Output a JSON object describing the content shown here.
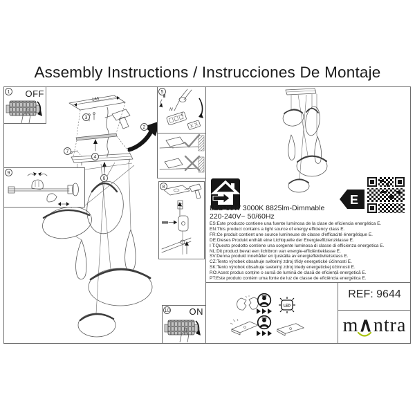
{
  "title": "Assembly Instructions / Instrucciones De Montaje",
  "steps": [
    "1",
    "2",
    "3",
    "4",
    "5",
    "6",
    "7",
    "8",
    "9",
    "10"
  ],
  "switches": {
    "off": "OFF",
    "on": "ON"
  },
  "drawing": {
    "dimension": "145",
    "terminal_n": "N",
    "terminal_l": "L"
  },
  "specs": {
    "line1": "LED 80W 3000K 8825lm-Dimmable",
    "line2": "220-240V~ 50/60Hz",
    "languages": [
      "ES:Este producto contiene una fuente luminosa de la clase de eficiencia energética E.",
      "EN:This product contains a light source of energy efficiency class E.",
      "FR:Ce produit contient une source lumineuse de classe d'efficacité énergétique E.",
      "DE:Dieses Produkt enthält eine Lichtquelle der Energieeffizienzklasse E.",
      "I T:Questo prodotto contiene una sorgente luminosa di classe di efficienza energetica E.",
      "NL:Dit product bevat een lichtbron van energie-efficiëntieklasse E.",
      "SV:Denna produkt innehåller en ljuskälla av energieffektivitetsklass E.",
      "CZ:Tento výrobek obsahuje světelný zdroj třídy energetické účinnosti E.",
      "SK:Tento výrobok obsahuje svetelný zdroj triedy energetickej účinnosti E.",
      "RO:Acest produs conține o sursă de lumină de clasă de eficiență energetică E.",
      "PT:Este produto contém uma fonte de luz de classe de eficiência energética E."
    ]
  },
  "energy_label": {
    "class_letter": "E"
  },
  "led_chip_label": "LED",
  "footer": {
    "ref": "REF: 9644",
    "brand_m": "m",
    "brand_caret": "∧",
    "brand_rest": "ntra"
  },
  "colors": {
    "brand_green": "#a8c40f",
    "line_gray": "#6d6d6d"
  }
}
